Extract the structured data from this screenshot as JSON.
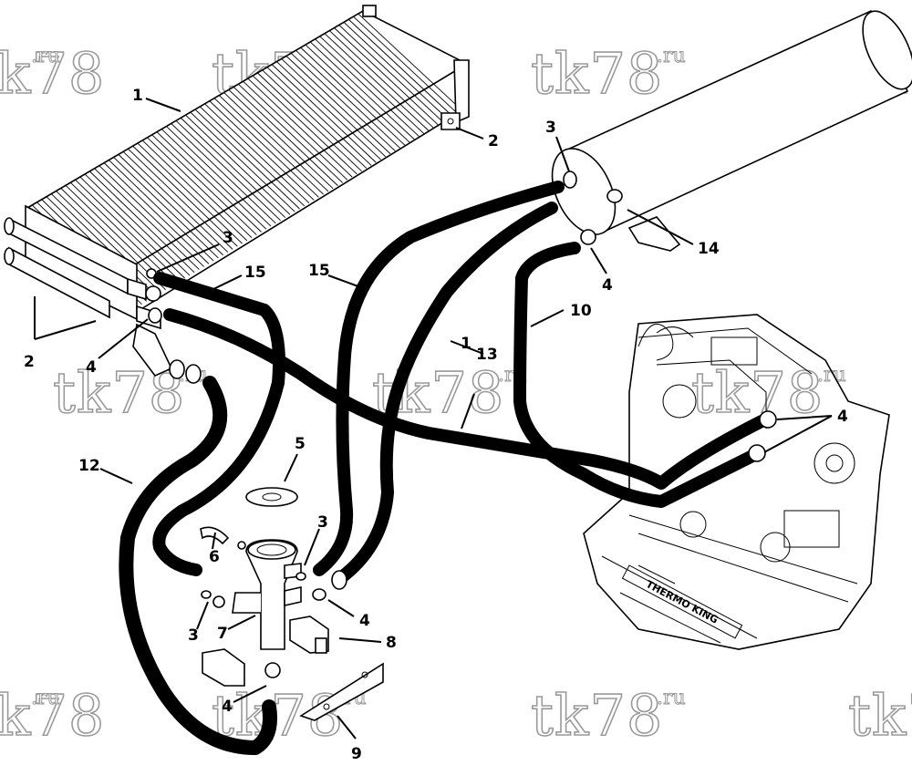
{
  "watermark": {
    "text": "tk78",
    "suffix": ".ru"
  },
  "callouts": [
    {
      "id": "c1a",
      "label": "1"
    },
    {
      "id": "c1b",
      "label": "1"
    },
    {
      "id": "c2a",
      "label": "2"
    },
    {
      "id": "c2b",
      "label": "2"
    },
    {
      "id": "c3a",
      "label": "3"
    },
    {
      "id": "c3b",
      "label": "3"
    },
    {
      "id": "c3c",
      "label": "3"
    },
    {
      "id": "c3d",
      "label": "3"
    },
    {
      "id": "c4a",
      "label": "4"
    },
    {
      "id": "c4b",
      "label": "4"
    },
    {
      "id": "c4c",
      "label": "4"
    },
    {
      "id": "c4d",
      "label": "4"
    },
    {
      "id": "c4e",
      "label": "4"
    },
    {
      "id": "c5",
      "label": "5"
    },
    {
      "id": "c6",
      "label": "6"
    },
    {
      "id": "c7",
      "label": "7"
    },
    {
      "id": "c8",
      "label": "8"
    },
    {
      "id": "c9",
      "label": "9"
    },
    {
      "id": "c10",
      "label": "10"
    },
    {
      "id": "c12",
      "label": "12"
    },
    {
      "id": "c13",
      "label": "13"
    },
    {
      "id": "c14",
      "label": "14"
    },
    {
      "id": "c15a",
      "label": "15"
    },
    {
      "id": "c15b",
      "label": "15"
    }
  ],
  "engine_plate": {
    "text": "THERMO KING"
  }
}
